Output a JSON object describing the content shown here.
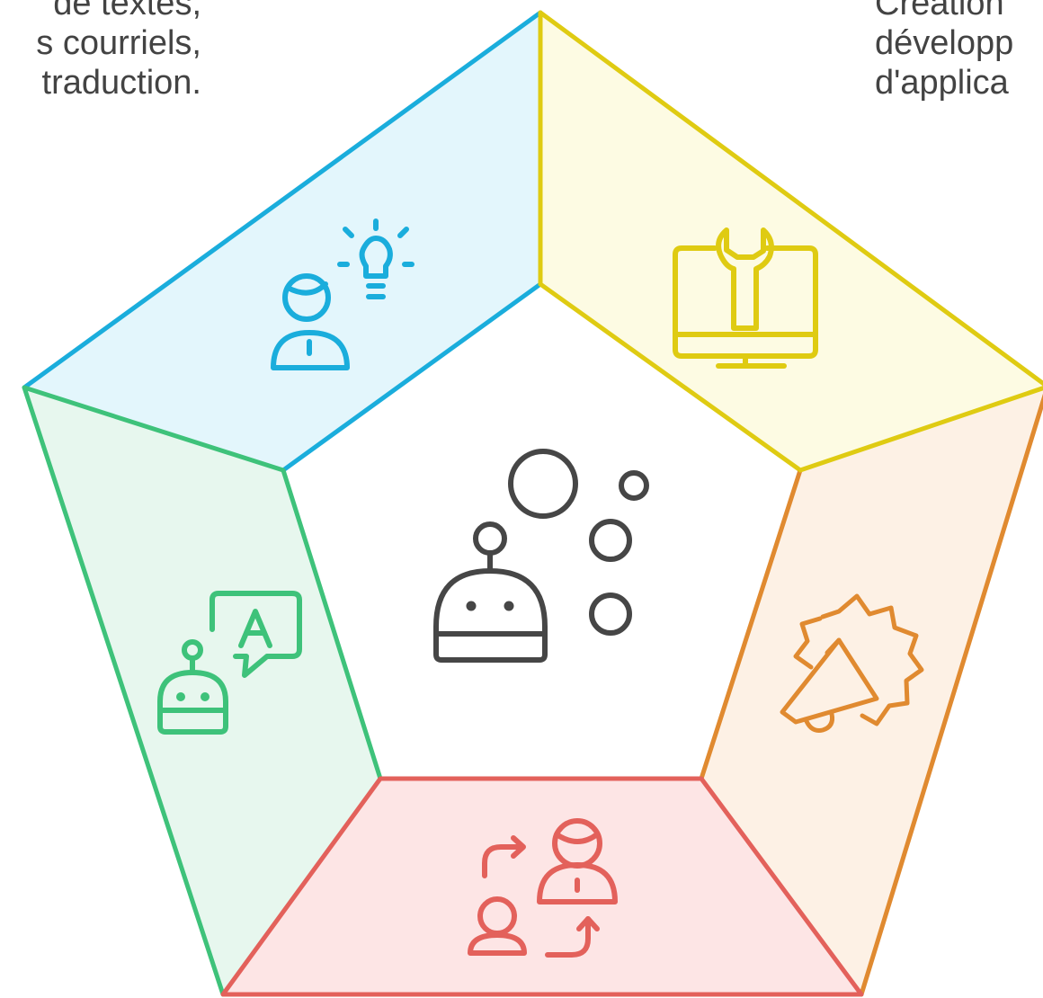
{
  "snippets": {
    "left": [
      "de textes,",
      "s courriels,",
      "traduction."
    ],
    "right": [
      "Création",
      "développ",
      "d'applica"
    ]
  },
  "segments": [
    {
      "name": "segment-top-left",
      "fill": "#e3f6fc",
      "stroke": "#1aaddc",
      "icon": "person-lightbulb-icon"
    },
    {
      "name": "segment-top-right",
      "fill": "#fdfbe3",
      "stroke": "#dfcb12",
      "icon": "monitor-wrench-icon"
    },
    {
      "name": "segment-right",
      "fill": "#fdf1e5",
      "stroke": "#e08a30",
      "icon": "megaphone-badge-icon"
    },
    {
      "name": "segment-bottom",
      "fill": "#fde5e5",
      "stroke": "#e3615b",
      "icon": "people-exchange-icon"
    },
    {
      "name": "segment-left",
      "fill": "#e7f7ee",
      "stroke": "#3ec27a",
      "icon": "robot-translation-icon"
    }
  ],
  "center": {
    "icon": "robot-bubbles-icon",
    "stroke": "#464646"
  }
}
